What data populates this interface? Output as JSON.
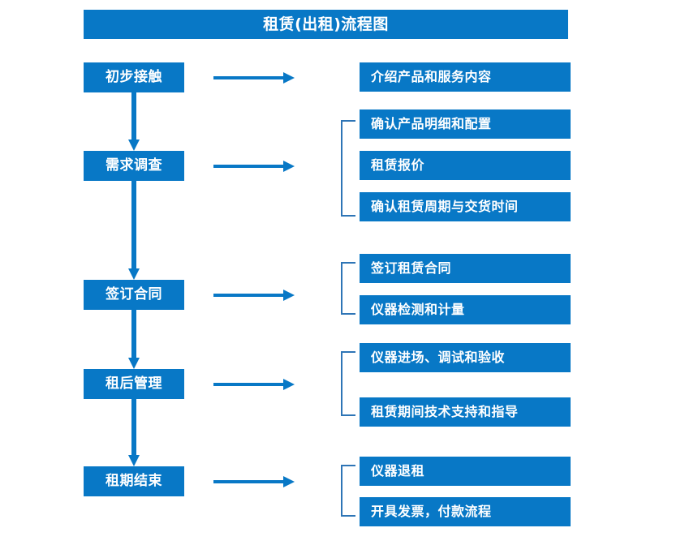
{
  "title": "租赁(出租)流程图",
  "colors": {
    "box_fill": "#0878c6",
    "box_text": "#ffffff",
    "arrow": "#0878c6",
    "bracket": "#2e75b6",
    "background": "#ffffff"
  },
  "stages": [
    {
      "label": "初步接触"
    },
    {
      "label": "需求调查"
    },
    {
      "label": "签订合同"
    },
    {
      "label": "租后管理"
    },
    {
      "label": "租期结束"
    }
  ],
  "details": [
    {
      "label": "介绍产品和服务内容"
    },
    {
      "label": "确认产品明细和配置"
    },
    {
      "label": "租赁报价"
    },
    {
      "label": "确认租赁周期与交货时间"
    },
    {
      "label": "签订租赁合同"
    },
    {
      "label": "仪器检测和计量"
    },
    {
      "label": "仪器进场、调试和验收"
    },
    {
      "label": "租赁期间技术支持和指导"
    },
    {
      "label": "仪器退租"
    },
    {
      "label": "开具发票，付款流程"
    }
  ]
}
